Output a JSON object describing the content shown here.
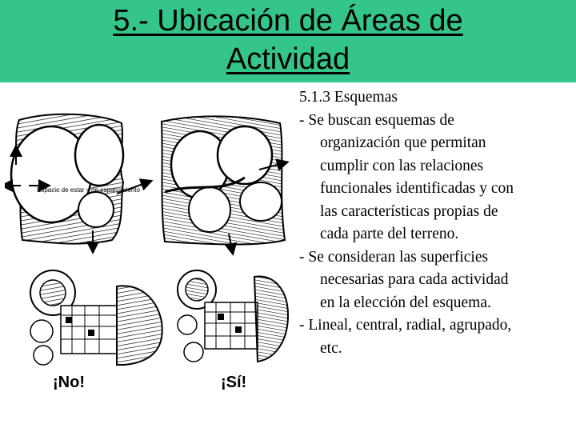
{
  "slide": {
    "title_line1": "5.- Ubicación de Áreas de",
    "title_line2": "Actividad",
    "colors": {
      "title_bar": "#33c58a"
    }
  },
  "content": {
    "heading": "5.1.3 Esquemas",
    "b1_l1": "- Se buscan esquemas de",
    "b1_l2": "organización que permitan",
    "b1_l3": "cumplir con las relaciones",
    "b1_l4": "funcionales identificadas y con",
    "b1_l5": "las características propias de",
    "b1_l6": "cada parte del terreno.",
    "b2_l1": "-  Se consideran las superficies",
    "b2_l2": "necesarias para cada actividad",
    "b2_l3": "en la elección del esquema.",
    "b3_l1": "-  Lineal, central, radial, agrupado,",
    "b3_l2": "etc."
  },
  "figure": {
    "sketch_note": "Espacio de estar y de esparcimiento",
    "label_no": "¡No!",
    "label_si": "¡Sí!",
    "icons": [
      "arrow-icon",
      "tree-icon"
    ]
  }
}
